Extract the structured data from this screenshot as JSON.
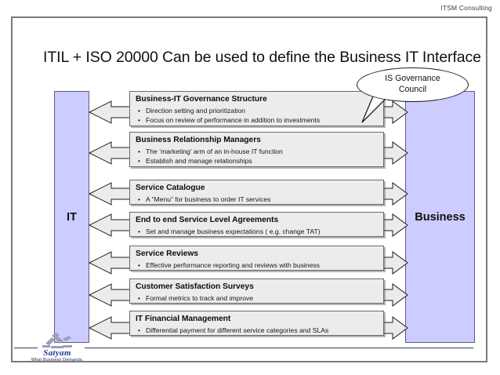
{
  "header": {
    "label": "ITSM Consulting"
  },
  "title": "ITIL + ISO 20000 Can be used to define the Business IT Interface",
  "pillars": {
    "left": {
      "label": "IT"
    },
    "right": {
      "label": "Business"
    }
  },
  "callout": {
    "line1": "IS Governance",
    "line2": "Council"
  },
  "boxes": [
    {
      "heading": "Business-IT Governance Structure",
      "bullets": [
        "Direction setting and prioritization",
        "Focus on review of performance in addition to investments"
      ]
    },
    {
      "heading": "Business Relationship Managers",
      "bullets": [
        "The ‘marketing’ arm of an in-house IT function",
        "Establish and manage relationships"
      ]
    },
    {
      "heading": "Service Catalogue",
      "bullets": [
        "A “Menu” for business to order IT services"
      ]
    },
    {
      "heading": "End to end Service Level Agreements",
      "bullets": [
        "Set and manage business expectations ( e.g. change TAT)"
      ]
    },
    {
      "heading": "Service Reviews",
      "bullets": [
        "Effective performance reporting and reviews  with business"
      ]
    },
    {
      "heading": "Customer Satisfaction Surveys",
      "bullets": [
        "Formal metrics to track and improve"
      ]
    },
    {
      "heading": "IT Financial Management",
      "bullets": [
        "Differential payment for different service categories and SLAs"
      ]
    }
  ],
  "logo": {
    "word": "Satyam",
    "tagline": "What Business Demands."
  },
  "colors": {
    "pillar_fill": "#CCCCFF",
    "pillar_stroke": "#5C5C8A",
    "box_fill": "#ECECEC",
    "box_stroke": "#6A6A6A",
    "frame_stroke": "#7A7A85",
    "logo_blue": "#1A3A96"
  }
}
